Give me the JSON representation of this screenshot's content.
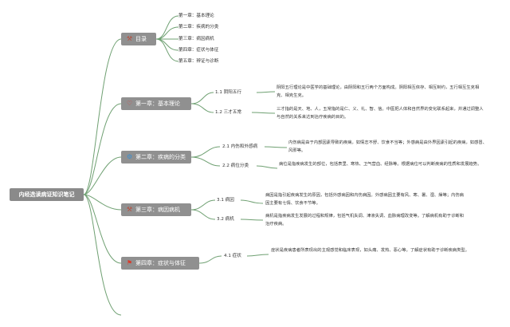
{
  "root": {
    "title": "内经选读病证知识笔记"
  },
  "toc": {
    "title": "目录",
    "icon": "tools-icon",
    "items": [
      "第一章：基本理论",
      "第二章：疾病的分类",
      "第三章：病因病机",
      "第四章：症状与体征",
      "第五章：辨证与诊断"
    ]
  },
  "chapters": [
    {
      "title": "第一章：基本理论",
      "icon": "heart-icon",
      "sections": [
        {
          "label": "1.1 阴阳五行",
          "text": "阴阳五行理论是中医学的基础理论，由阴阳和五行两个方面构成。阴阳相互依存、相互制约，五行相互生克相克、相克生克。"
        },
        {
          "label": "1.2 三才五常",
          "text": "三才指的是天、地、人，五常指的是仁、义、礼、智、信。中医把人体和自然界的变化联系起来，并通过调整人与自然的关系来达到治疗疾病的目的。"
        }
      ]
    },
    {
      "title": "第二章：疾病的分类",
      "icon": "gear-icon",
      "sections": [
        {
          "label": "2.1 内伤和外感病",
          "text": "内伤病是由于内部因素导致的疾病，如情志不舒、饮食不当等；外感病是由外界因素引起的疾病，如感冒、风邪等。"
        },
        {
          "label": "2.2 病位分类",
          "text": "病位是指疾病发生的部位，包括表里、寒热、卫气营血、经脉等。根据病位可以判断疾病的性质和发展趋势。"
        }
      ]
    },
    {
      "title": "第三章：病因病机",
      "icon": "tools-icon",
      "sections": [
        {
          "label": "3.1 病因",
          "text": "病因是指引起疾病发生的原因，包括外感病因和内伤病因。外感病因主要有风、寒、暑、湿、燥等；内伤病因主要有七情、饮食不节等。"
        },
        {
          "label": "3.2 病机",
          "text": "病机是指疾病发生发展的过程和规律，包括气机失调、津液失调、血脉病理改变等。了解病机有助于诊断和治疗疾病。"
        }
      ]
    },
    {
      "title": "第四章：症状与体征",
      "icon": "flag-icon",
      "sections": [
        {
          "label": "4.1 症状",
          "text": "症状是疾病患者所表现出的主观感觉和临床表现，如头痛、发热、恶心等。了解症状有助于诊断疾病类型。"
        }
      ]
    }
  ],
  "colors": {
    "line": "#6fa072",
    "node": "#909090",
    "heart": "#d64545",
    "gear": "#3c8fd0",
    "tools": "#b84d3c",
    "flag": "#d93a2b"
  }
}
